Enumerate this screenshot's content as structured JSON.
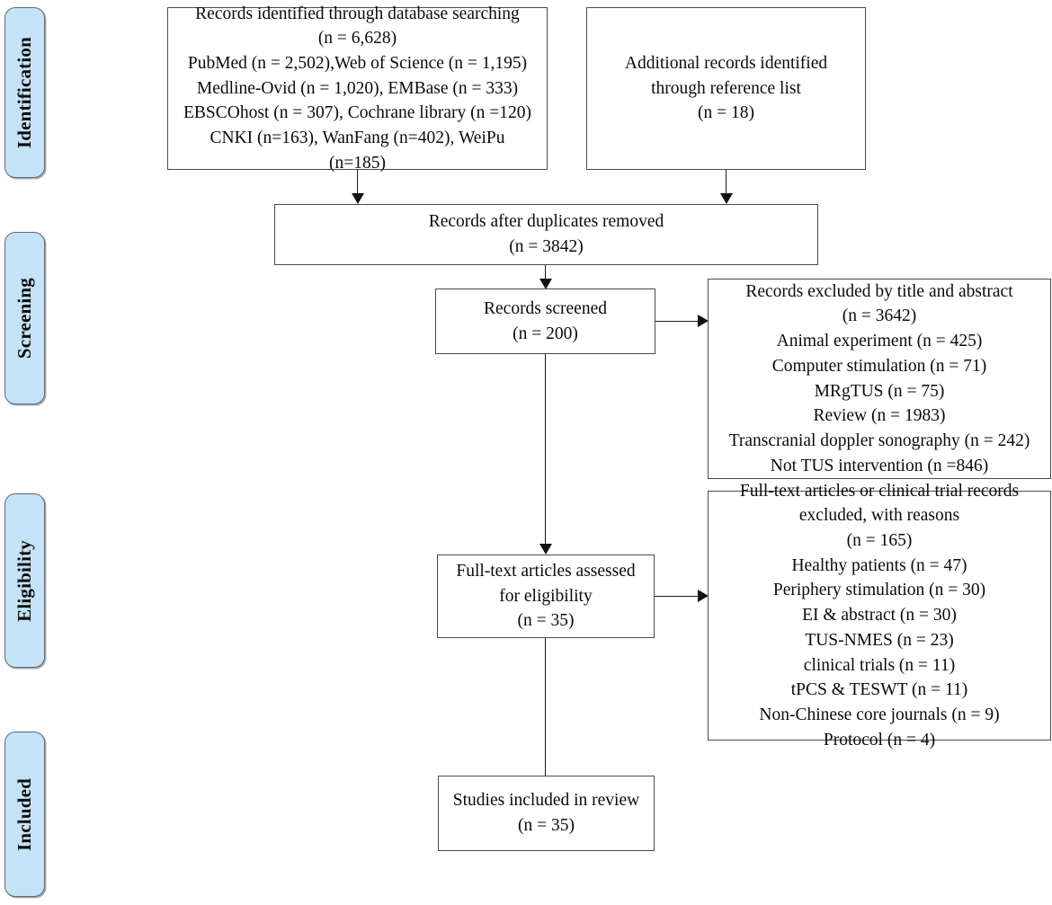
{
  "diagram": {
    "type": "prisma-flow-diagram",
    "accent_color": "#c5e3f6",
    "border_color": "#4a4a4a"
  },
  "stages": [
    {
      "label": "Identification"
    },
    {
      "label": "Screening"
    },
    {
      "label": "Eligibility"
    },
    {
      "label": "Included"
    }
  ],
  "boxes": {
    "records_identified": {
      "lines": [
        "Records identified through database searching",
        "(n = 6,628)",
        "PubMed (n = 2,502),Web of Science (n = 1,195)",
        "Medline-Ovid (n = 1,020), EMBase (n = 333)",
        "EBSCOhost (n = 307), Cochrane library (n =120)",
        "CNKI (n=163), WanFang (n=402), WeiPu",
        "(n=185)"
      ]
    },
    "additional_records": {
      "lines": [
        "Additional records identified",
        "through reference list",
        "(n = 18)"
      ]
    },
    "duplicates_removed": {
      "lines": [
        "Records after duplicates removed",
        "(n = 3842)"
      ]
    },
    "records_screened": {
      "lines": [
        "Records screened",
        "(n = 200)"
      ]
    },
    "records_excluded": {
      "lines": [
        "Records excluded by title and abstract",
        "(n = 3642)",
        "Animal experiment (n = 425)",
        "Computer stimulation (n = 71)",
        "MRgTUS (n = 75)",
        "Review (n = 1983)",
        "Transcranial doppler sonography (n = 242)",
        "Not TUS intervention (n =846)"
      ]
    },
    "fulltext_assessed": {
      "lines": [
        "Full-text articles assessed",
        "for eligibility",
        "(n = 35)"
      ]
    },
    "fulltext_excluded": {
      "lines": [
        "Full-text articles or clinical trial records",
        "excluded, with reasons",
        "(n = 165)",
        "Healthy patients (n = 47)",
        "Periphery stimulation (n = 30)",
        "EI & abstract (n = 30)",
        "TUS-NMES (n = 23)",
        "clinical trials (n = 11)",
        "tPCS & TESWT (n = 11)",
        "Non-Chinese core journals (n = 9)",
        "Protocol (n = 4)"
      ]
    },
    "studies_included": {
      "lines": [
        "Studies included in review",
        "(n = 35)"
      ]
    }
  }
}
